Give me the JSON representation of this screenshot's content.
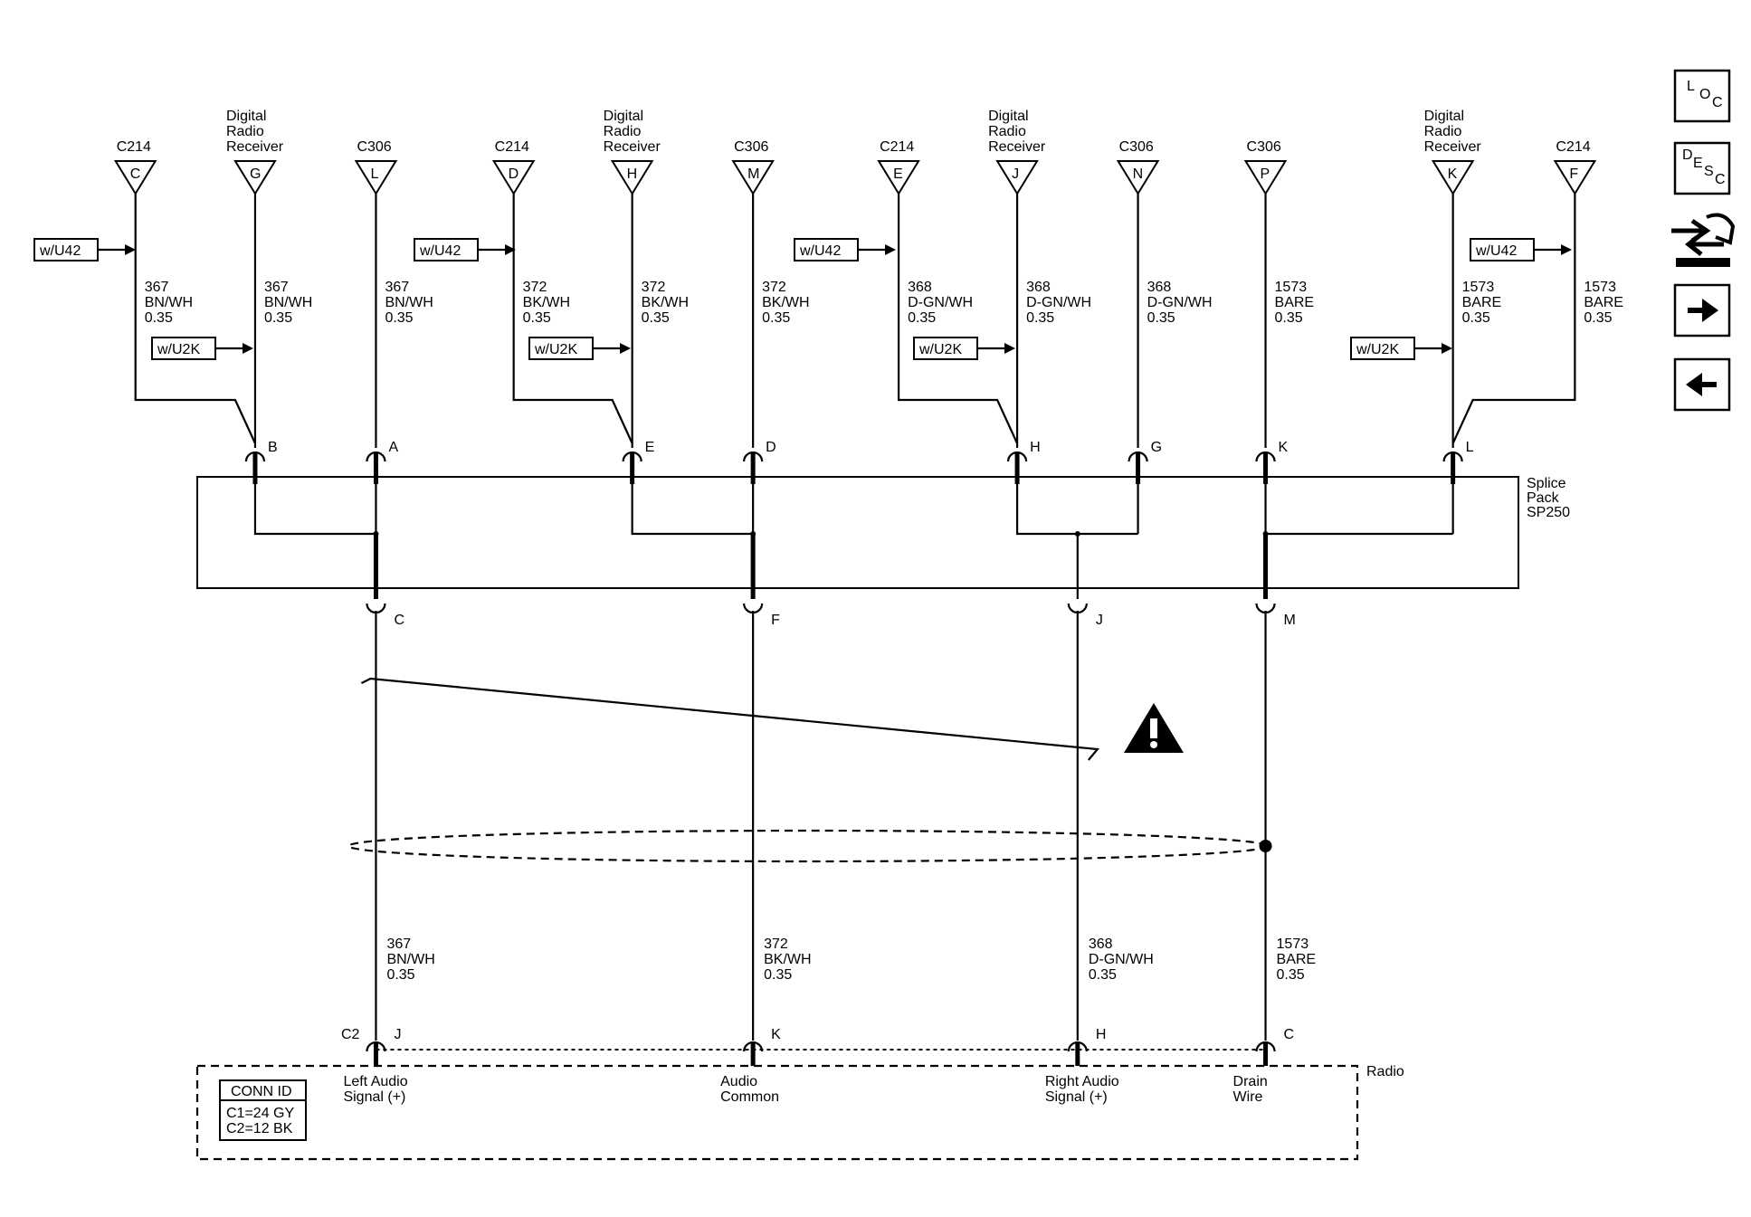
{
  "top_connectors": [
    {
      "name": "C214",
      "pin": "C",
      "wire": [
        "367",
        "BN/WH",
        "0.35"
      ],
      "option": "w/U42"
    },
    {
      "name": "Digital Radio Receiver",
      "pin": "G",
      "wire": [
        "367",
        "BN/WH",
        "0.35"
      ],
      "option": "w/U2K"
    },
    {
      "name": "C306",
      "pin": "L",
      "wire": [
        "367",
        "BN/WH",
        "0.35"
      ]
    },
    {
      "name": "C214",
      "pin": "D",
      "wire": [
        "372",
        "BK/WH",
        "0.35"
      ],
      "option": "w/U42"
    },
    {
      "name": "Digital Radio Receiver",
      "pin": "H",
      "wire": [
        "372",
        "BK/WH",
        "0.35"
      ],
      "option": "w/U2K"
    },
    {
      "name": "C306",
      "pin": "M",
      "wire": [
        "372",
        "BK/WH",
        "0.35"
      ]
    },
    {
      "name": "C214",
      "pin": "E",
      "wire": [
        "368",
        "D-GN/WH",
        "0.35"
      ],
      "option": "w/U42"
    },
    {
      "name": "Digital Radio Receiver",
      "pin": "J",
      "wire": [
        "368",
        "D-GN/WH",
        "0.35"
      ],
      "option": "w/U2K"
    },
    {
      "name": "C306",
      "pin": "N",
      "wire": [
        "368",
        "D-GN/WH",
        "0.35"
      ]
    },
    {
      "name": "C306",
      "pin": "P",
      "wire": [
        "1573",
        "BARE",
        "0.35"
      ]
    },
    {
      "name": "Digital Radio Receiver",
      "pin": "K",
      "wire": [
        "1573",
        "BARE",
        "0.35"
      ],
      "option": "w/U2K"
    },
    {
      "name": "C214",
      "pin": "F",
      "wire": [
        "1573",
        "BARE",
        "0.35"
      ],
      "option": "w/U42"
    }
  ],
  "splice_pack": {
    "label": [
      "Splice",
      "Pack",
      "SP250"
    ],
    "top_pins": [
      "B",
      "A",
      "E",
      "D",
      "H",
      "G",
      "K",
      "L"
    ],
    "bottom_pins": [
      "C",
      "F",
      "J",
      "M"
    ]
  },
  "lower_wires": [
    [
      "367",
      "BN/WH",
      "0.35"
    ],
    [
      "372",
      "BK/WH",
      "0.35"
    ],
    [
      "368",
      "D-GN/WH",
      "0.35"
    ],
    [
      "1573",
      "BARE",
      "0.35"
    ]
  ],
  "radio": {
    "label": "Radio",
    "connector": "C2",
    "pins": [
      "J",
      "K",
      "H",
      "C"
    ],
    "pin_labels": [
      [
        "Left Audio",
        "Signal (+)"
      ],
      [
        "Audio",
        "Common"
      ],
      [
        "Right Audio",
        "Signal (+)"
      ],
      [
        "Drain",
        "Wire"
      ]
    ],
    "conn_id": {
      "title": "CONN ID",
      "lines": [
        "C1=24 GY",
        "C2=12 BK"
      ]
    }
  },
  "nav": {
    "loc": [
      "L",
      "O",
      "C"
    ],
    "desc": [
      "D",
      "E",
      "S",
      "C"
    ],
    "icons": [
      "connector-schematic-icon",
      "arrow-right-icon",
      "arrow-left-icon"
    ]
  },
  "warning_icon": "warning-triangle-icon"
}
